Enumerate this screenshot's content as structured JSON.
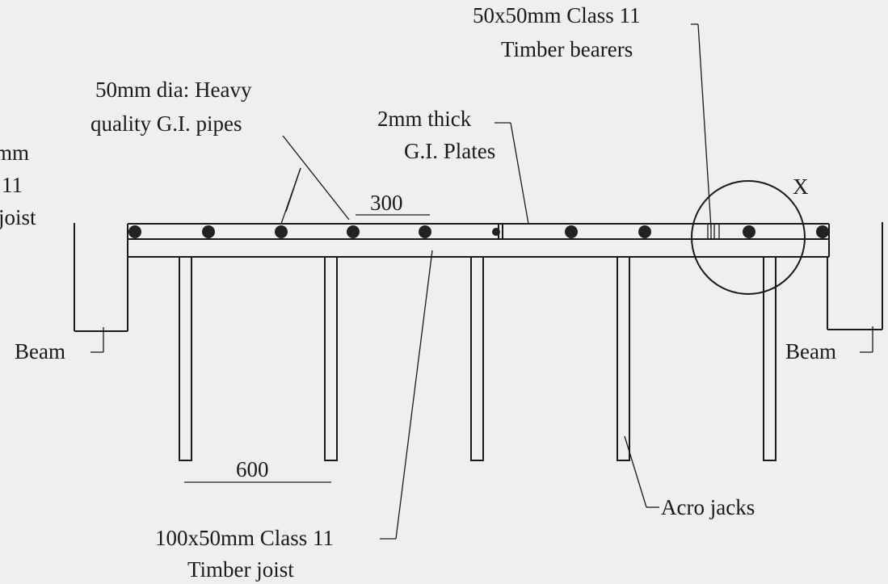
{
  "labels": {
    "bearers_line1": "50x50mm  Class 11",
    "bearers_line2": "Timber bearers",
    "pipes_line1": "50mm dia: Heavy",
    "pipes_line2": "quality G.I. pipes",
    "plates_line1": "2mm thick",
    "plates_line2": "G.I. Plates",
    "left_cut_line1": "mm",
    "left_cut_line2": "11",
    "left_cut_line3": "joist",
    "detail_marker": "X",
    "pipe_spacing": "300",
    "jack_spacing": "600",
    "beam_left": "Beam",
    "beam_right": "Beam",
    "acro_jacks": "Acro jacks",
    "joist_line1": "100x50mm Class 11",
    "joist_line2": "Timber  joist"
  },
  "colors": {
    "ink": "#1a1a1a",
    "paper": "#efefed"
  }
}
